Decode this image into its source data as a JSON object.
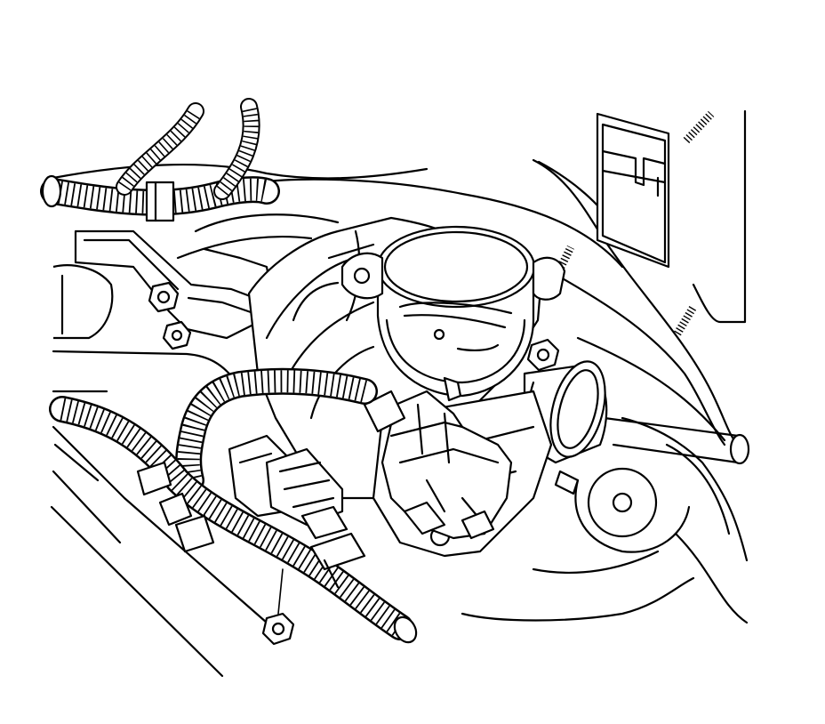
{
  "figure": {
    "subject": "",
    "components": [
      "throttle-body",
      "throttle-body-electrical-connector",
      "wiring-harness-conduit",
      "intake-manifold",
      "mounting-nuts",
      "mounting-studs",
      "bracket"
    ]
  }
}
